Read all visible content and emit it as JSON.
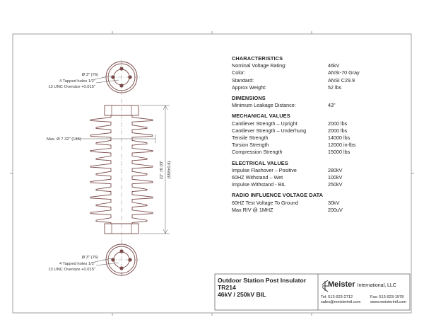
{
  "drawing": {
    "top_view": {
      "diameter": "Ø 3\" (76)",
      "holes_line1": "4 Tapped holes 1/2\"",
      "holes_line2": "13 UNC Oversize +0.015\""
    },
    "side_view": {
      "max_diameter": "Max. Ø 7.32\" (186)",
      "height": "22\" ±0.03\"",
      "height_mm": "(558±0.8)"
    },
    "bottom_view": {
      "diameter": "Ø 3\" (76)",
      "holes_line1": "4 Tapped holes 1/2\"",
      "holes_line2": "13 UNC Oversize +0.015\""
    }
  },
  "specs": {
    "characteristics": {
      "title": "CHARACTERISTICS",
      "rows": [
        {
          "label": "Nominal Voltage Rating:",
          "value": "46kV"
        },
        {
          "label": "Color:",
          "value": "ANSI-70 Gray"
        },
        {
          "label": "Standard:",
          "value": "ANSI C29.9"
        },
        {
          "label": "Approx Weight:",
          "value": "52 lbs"
        }
      ]
    },
    "dimensions": {
      "title": "DIMENSIONS",
      "rows": [
        {
          "label": "Minimum Leakage Distance:",
          "value": "43\""
        }
      ]
    },
    "mechanical": {
      "title": "MECHANICAL VALUES",
      "rows": [
        {
          "label": "Cantilever Strength – Upright",
          "value": "2000 lbs"
        },
        {
          "label": "Cantilever Strength – Underhung",
          "value": "2000 lbs"
        },
        {
          "label": "Tensile Strength",
          "value": "14000 lbs"
        },
        {
          "label": "Torsion Strength",
          "value": "12000 in-lbs"
        },
        {
          "label": "Compression Strength",
          "value": "15000 lbs"
        }
      ]
    },
    "electrical": {
      "title": "ELECTRICAL VALUES",
      "rows": [
        {
          "label": "Impulse Flashover – Positive",
          "value": "280kV"
        },
        {
          "label": "60HZ Withstand – Wet",
          "value": "100kV"
        },
        {
          "label": "Impulse Withstand - BIL",
          "value": "250kV"
        }
      ]
    },
    "radio": {
      "title": "RADIO INFLUENCE VOLTAGE DATA",
      "rows": [
        {
          "label": "60HZ Test Voltage To Ground",
          "value": "30kV"
        },
        {
          "label": "Max RIV @ 1MHZ",
          "value": "200uV"
        }
      ]
    }
  },
  "title_block": {
    "product": "Outdoor Station Post Insulator",
    "model": "TR214",
    "rating": "46kV / 250kV BIL",
    "brand": "Meister",
    "brand_suffix": "International, LLC",
    "tel": "Tel: 513-923-2712",
    "fax": "Fax: 513-923-1978",
    "email": "sales@meisterintl.com",
    "web": "www.meisterintl.com"
  },
  "colors": {
    "line": "#7a4a4a",
    "dim": "#555555",
    "border": "#666666"
  }
}
